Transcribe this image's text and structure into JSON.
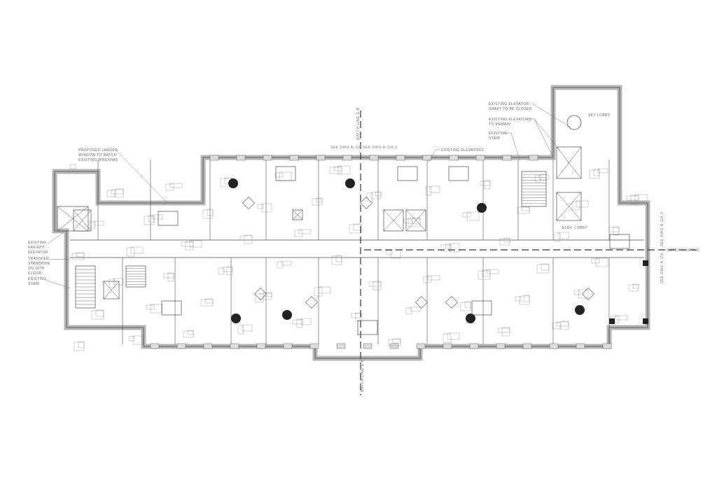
{
  "notes": {
    "proposed_window": [
      "PROPOSED LARGER",
      "WINDOW TO MATCH",
      "EXISTING WINDOWS"
    ],
    "freight_elevator": [
      "EXISTING",
      "FREIGHT",
      "ELEVATOR"
    ],
    "standpipe": [
      "TRANSFER",
      "STANDPIPE",
      "ON 16TH",
      "FLOOR"
    ],
    "stair_left": [
      "EXISTING",
      "STAIR"
    ],
    "elevators_center": "EXISTING ELEVATORS",
    "shaft_closed": [
      "EXISTING ELEVATOR",
      "SHAFT TO BE CLOSED"
    ],
    "elevators_remain": [
      "EXISTING ELEVATORS",
      "TO REMAIN"
    ],
    "stair_right": [
      "EXISTING",
      "STAIR"
    ],
    "sky_lobby": "SKY LOBBY",
    "elev_lobby": "ELEV. LOBBY"
  },
  "match_lines": {
    "vertical_label": "MATCH LINE E-B",
    "vertical_label_bottom": "MATCH LINE E-B",
    "see_left": "SEE DWG A-116",
    "see_right": "SEE DWG A-116.2",
    "horizontal_label": "MATCH LINE N-S",
    "see_up": "SEE DWG A-116.3",
    "see_down": "SEE DWG A-116.1"
  },
  "colors": {
    "line": "#4a4a4a",
    "wall": "#b5b5b5",
    "dark": "#222222"
  }
}
